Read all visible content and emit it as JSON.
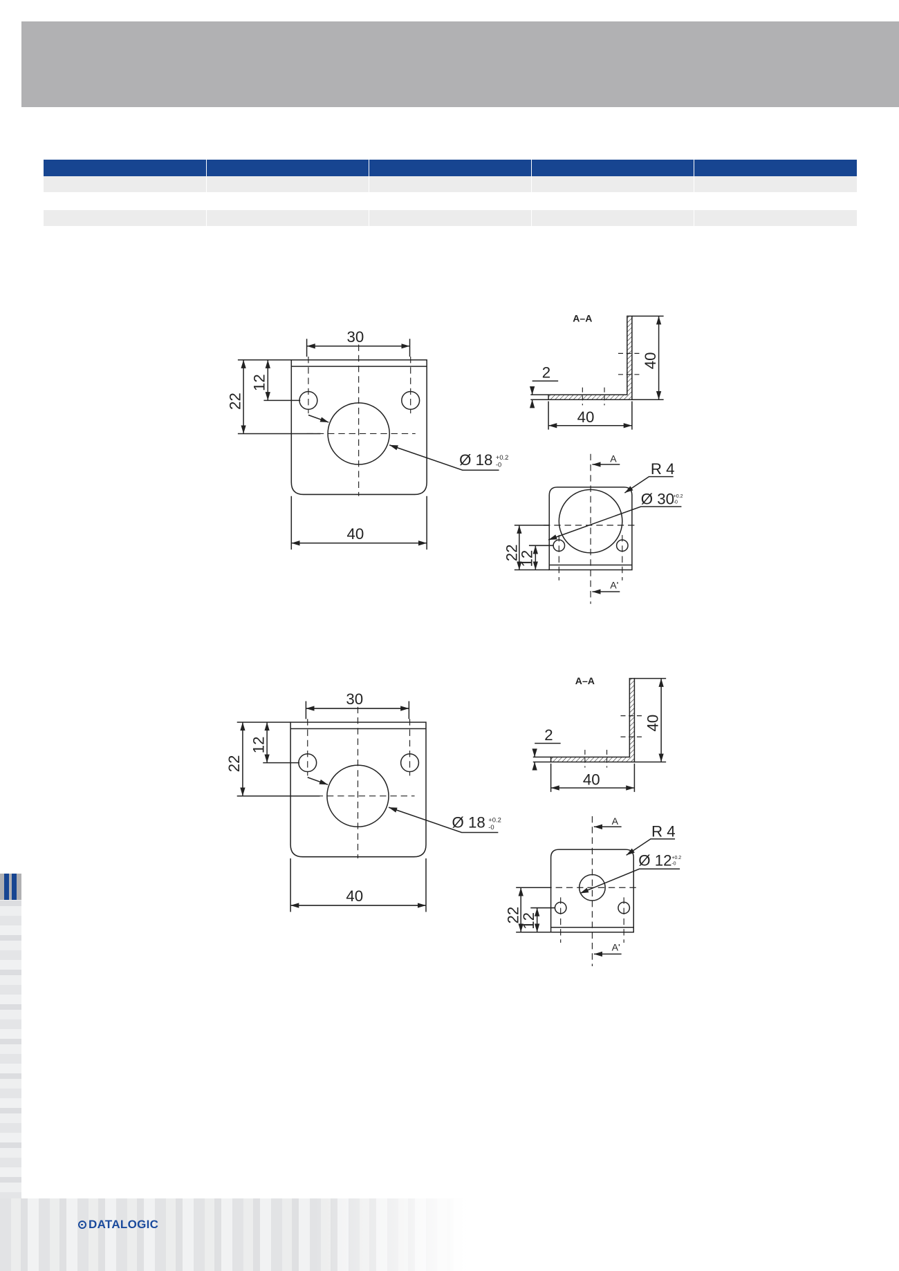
{
  "colors": {
    "header_band": "#b1b1b3",
    "table_header": "#174591",
    "row_fill": "#ececec",
    "logo": "#1a4a9c"
  },
  "footer": {
    "logo_text": "DATALOGIC"
  },
  "table": {
    "columns": 5,
    "rows": 3
  },
  "drawings": [
    {
      "front": {
        "width_holes": "30",
        "height_22": "22",
        "height_12": "12",
        "width_total": "40",
        "hole_dia": "Ø 18",
        "tol_plus": "+0.2",
        "tol_minus": "-0"
      },
      "section": {
        "title": "A–A",
        "thickness": "2",
        "flange_height": "40",
        "base_width": "40"
      },
      "bottom": {
        "section_mark_top": "A",
        "section_mark_bottom": "A'",
        "radius": "R 4",
        "hole_dia": "Ø 30",
        "tol_plus": "+0.2",
        "tol_minus": "-0",
        "height_22": "22",
        "height_12": "12"
      }
    },
    {
      "front": {
        "width_holes": "30",
        "height_22": "22",
        "height_12": "12",
        "width_total": "40",
        "hole_dia": "Ø 18",
        "tol_plus": "+0.2",
        "tol_minus": "-0"
      },
      "section": {
        "title": "A–A",
        "thickness": "2",
        "flange_height": "40",
        "base_width": "40"
      },
      "bottom": {
        "section_mark_top": "A",
        "section_mark_bottom": "A'",
        "radius": "R 4",
        "hole_dia": "Ø 12",
        "tol_plus": "+0.2",
        "tol_minus": "-0",
        "height_22": "22",
        "height_12": "12"
      }
    }
  ]
}
